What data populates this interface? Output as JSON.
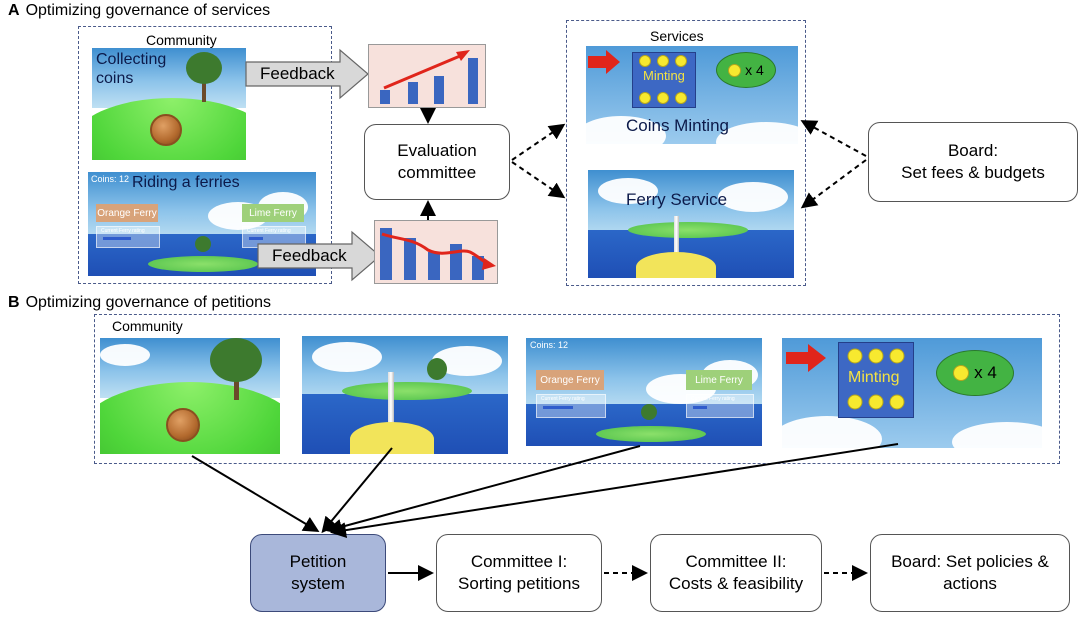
{
  "panel_a": {
    "letter": "A",
    "title": "Optimizing governance of services",
    "community_label": "Community",
    "collecting_text": "Collecting\ncoins",
    "ferries_text": "Riding a ferries",
    "coins_counter": "Coins: 12",
    "orange_ferry": "Orange Ferry",
    "lime_ferry": "Lime Ferry",
    "rating_caption": "Current Ferry rating",
    "feedback_top": "Feedback",
    "feedback_bottom": "Feedback",
    "evaluation": "Evaluation\ncommittee",
    "services_label": "Services",
    "minting": "Minting",
    "x4": "x 4",
    "coins_minting": "Coins Minting",
    "ferry_service": "Ferry Service",
    "board_line1": "Board:",
    "board_line2": "Set fees & budgets"
  },
  "panel_b": {
    "letter": "B",
    "title": "Optimizing governance of petitions",
    "community_label": "Community",
    "coins_counter": "Coins: 12",
    "orange_ferry": "Orange Ferry",
    "lime_ferry": "Lime Ferry",
    "rating_caption": "Current Ferry rating",
    "minting": "Minting",
    "x4": "x 4",
    "petition_line1": "Petition",
    "petition_line2": "system",
    "committee1_line1": "Committee I:",
    "committee1_line2": "Sorting petitions",
    "committee2_line1": "Committee II:",
    "committee2_line2": "Costs & feasibility",
    "board_line1": "Board: Set policies &",
    "board_line2": "actions"
  },
  "colors": {
    "node_fill": "#a9b7da",
    "dashed_border": "#4a5a8a",
    "arrow_red": "#e0251b",
    "bar_blue": "#3a66c0",
    "mint_blue": "#3d68c4",
    "coin_yellow": "#f7e92f",
    "oval_green": "#43b343"
  },
  "icons": [
    "red-arrow-icon",
    "tree-icon",
    "coin-icon",
    "cloud-icon"
  ]
}
